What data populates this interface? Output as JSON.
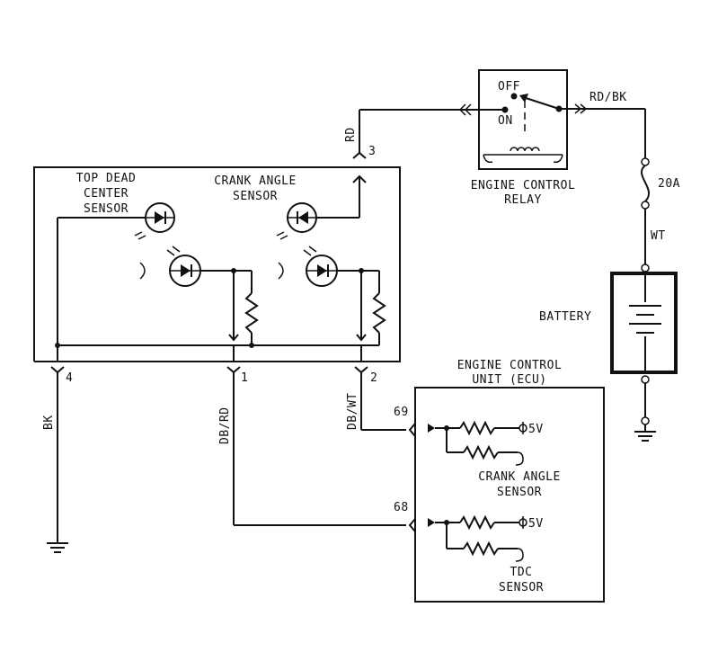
{
  "diagram": {
    "relay": {
      "label_line1": "ENGINE CONTROL",
      "label_line2": "RELAY",
      "off_label": "OFF",
      "on_label": "ON"
    },
    "wires": {
      "rd": "RD",
      "rd_bk": "RD/BK",
      "wt": "WT",
      "bk": "BK",
      "db_rd": "DB/RD",
      "db_wt": "DB/WT"
    },
    "fuse": {
      "rating": "20A"
    },
    "battery": {
      "label": "BATTERY"
    },
    "distributor": {
      "tdc_line1": "TOP DEAD",
      "tdc_line2": "CENTER",
      "tdc_line3": "SENSOR",
      "crank_line1": "CRANK ANGLE",
      "crank_line2": "SENSOR"
    },
    "pins": {
      "p1": "1",
      "p2": "2",
      "p3": "3",
      "p4": "4",
      "p68": "68",
      "p69": "69"
    },
    "ecu": {
      "title_line1": "ENGINE CONTROL",
      "title_line2": "UNIT (ECU)",
      "v1": "5V",
      "v2": "5V",
      "crank_line1": "CRANK ANGLE",
      "crank_line2": "SENSOR",
      "tdc_line1": "TDC",
      "tdc_line2": "SENSOR"
    }
  }
}
